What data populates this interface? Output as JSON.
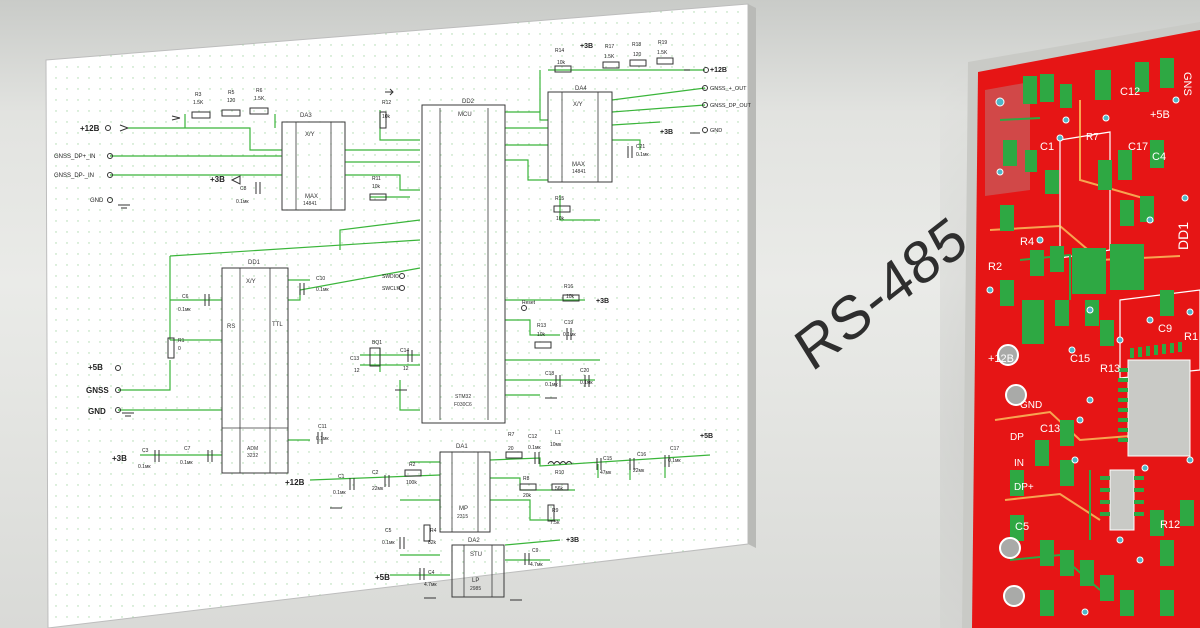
{
  "title": "RS-485",
  "schematic": {
    "ports_left": {
      "p12": "+12B",
      "dp_in": "GNSS_DP+_IN",
      "dm_in": "GNSS_DP-_IN",
      "gnd1": "GND",
      "p3": "+3B",
      "p5": "+5B",
      "gnss": "GNSS",
      "gnd2": "GND",
      "p3b": "+3B",
      "p12b": "+12B",
      "p5b": "+5B"
    },
    "ports_right": {
      "p12": "+12B",
      "p3": "+3B",
      "dp_out": "GNSS_+_OUT",
      "dm_out": "GNSS_DP_OUT",
      "gnd": "GND",
      "p3c": "+3B",
      "p3d": "+3B",
      "p5": "+5B",
      "p3e": "+3B"
    },
    "chips": {
      "da3": {
        "ref": "DA3",
        "fn": "X/Y",
        "part": "MAX",
        "num": "14841"
      },
      "dd2": {
        "ref": "DD2",
        "fn": "MCU",
        "part": "STM32",
        "num": "F030C6"
      },
      "da4": {
        "ref": "DA4",
        "fn": "X/Y",
        "part": "MAX",
        "num": "14841"
      },
      "dd1": {
        "ref": "DD1",
        "fn": "X/Y",
        "part": "ADM",
        "num": "3232",
        "pin_l": "RS",
        "pin_r": "TTL"
      },
      "da1": {
        "ref": "DA1",
        "part": "MP",
        "num": "2315"
      },
      "da2": {
        "ref": "DA2",
        "fn": "STU",
        "part": "LP",
        "num": "2985"
      }
    },
    "parts": {
      "r3": {
        "ref": "R3",
        "val": "1.5K"
      },
      "r5": {
        "ref": "R5",
        "val": "120"
      },
      "r6": {
        "ref": "R6",
        "val": "1.5K"
      },
      "r12": {
        "ref": "R12",
        "val": "10k"
      },
      "r11": {
        "ref": "R11",
        "val": "10k"
      },
      "c8": {
        "ref": "C8",
        "val": "0.1мк"
      },
      "r14": {
        "ref": "R14",
        "val": "10k"
      },
      "r17": {
        "ref": "R17",
        "val": "1.5K"
      },
      "r18": {
        "ref": "R18",
        "val": "120"
      },
      "r19": {
        "ref": "R19",
        "val": "1.5K"
      },
      "c21": {
        "ref": "C21",
        "val": "0.1мк"
      },
      "r15": {
        "ref": "R15",
        "val": "10k"
      },
      "c6": {
        "ref": "C6",
        "val": "0.1мк"
      },
      "c10": {
        "ref": "C10",
        "val": "0.1мк"
      },
      "r1": {
        "ref": "R1",
        "val": "0"
      },
      "svdio": "SWDIO",
      "swclk": "SWCLK",
      "r16": {
        "ref": "R16",
        "val": "10k"
      },
      "reset": "Reset",
      "r13": {
        "ref": "R13",
        "val": "10k"
      },
      "c19": {
        "ref": "C19",
        "val": "0.1мк"
      },
      "bq1": "BQ1",
      "c13": {
        "ref": "C13",
        "val": "12"
      },
      "c14": {
        "ref": "C14",
        "val": "12"
      },
      "c18": {
        "ref": "C18",
        "val": "0.1мк"
      },
      "c20": {
        "ref": "C20",
        "val": "0.1мк"
      },
      "c3": {
        "ref": "C3",
        "val": "0.1мк"
      },
      "c7": {
        "ref": "C7",
        "val": "0.1мк"
      },
      "c11": {
        "ref": "C11",
        "val": "0.1мк"
      },
      "c1": {
        "ref": "C1",
        "val": "0.1мк"
      },
      "c2": {
        "ref": "C2",
        "val": "22мк"
      },
      "r2": {
        "ref": "R2",
        "val": "100k"
      },
      "r7": {
        "ref": "R7",
        "val": "20"
      },
      "c12": {
        "ref": "C12",
        "val": "0.1мк"
      },
      "l1": {
        "ref": "L1",
        "val": "10мк"
      },
      "r8": {
        "ref": "R8",
        "val": "20k"
      },
      "r10": {
        "ref": "R10",
        "val": "56k"
      },
      "r9": {
        "ref": "R9",
        "val": "7.5k"
      },
      "c15": {
        "ref": "C15",
        "val": "47мк"
      },
      "c16": {
        "ref": "C16",
        "val": "22мк"
      },
      "c17": {
        "ref": "C17",
        "val": "0.1мк"
      },
      "c5": {
        "ref": "C5",
        "val": "0.1мк"
      },
      "r4": {
        "ref": "R4",
        "val": "82k"
      },
      "c4": {
        "ref": "C4",
        "val": "4.7мк"
      },
      "c9": {
        "ref": "C9",
        "val": "4.7мк"
      }
    }
  },
  "pcb": {
    "labels": {
      "c12": "C12",
      "c4": "C4",
      "r7": "R7",
      "c17": "C17",
      "c1": "C1",
      "r4": "R4",
      "r2": "R2",
      "p5": "+5B",
      "p12": "+12B",
      "gnd": "GND",
      "c15": "C15",
      "r13": "R13",
      "c9": "C9",
      "r1": "R1",
      "c13": "C13",
      "dp": "DP",
      "dp2": "DP+",
      "r12": "R12",
      "c5": "C5",
      "in": "IN",
      "dd1": "DD1",
      "gns": "GNS",
      "plus5": "+5B"
    },
    "colors": {
      "copper": "#e61515",
      "pad": "#2ea843",
      "silk": "#ffffff",
      "gray": "#a9aaa8"
    }
  }
}
